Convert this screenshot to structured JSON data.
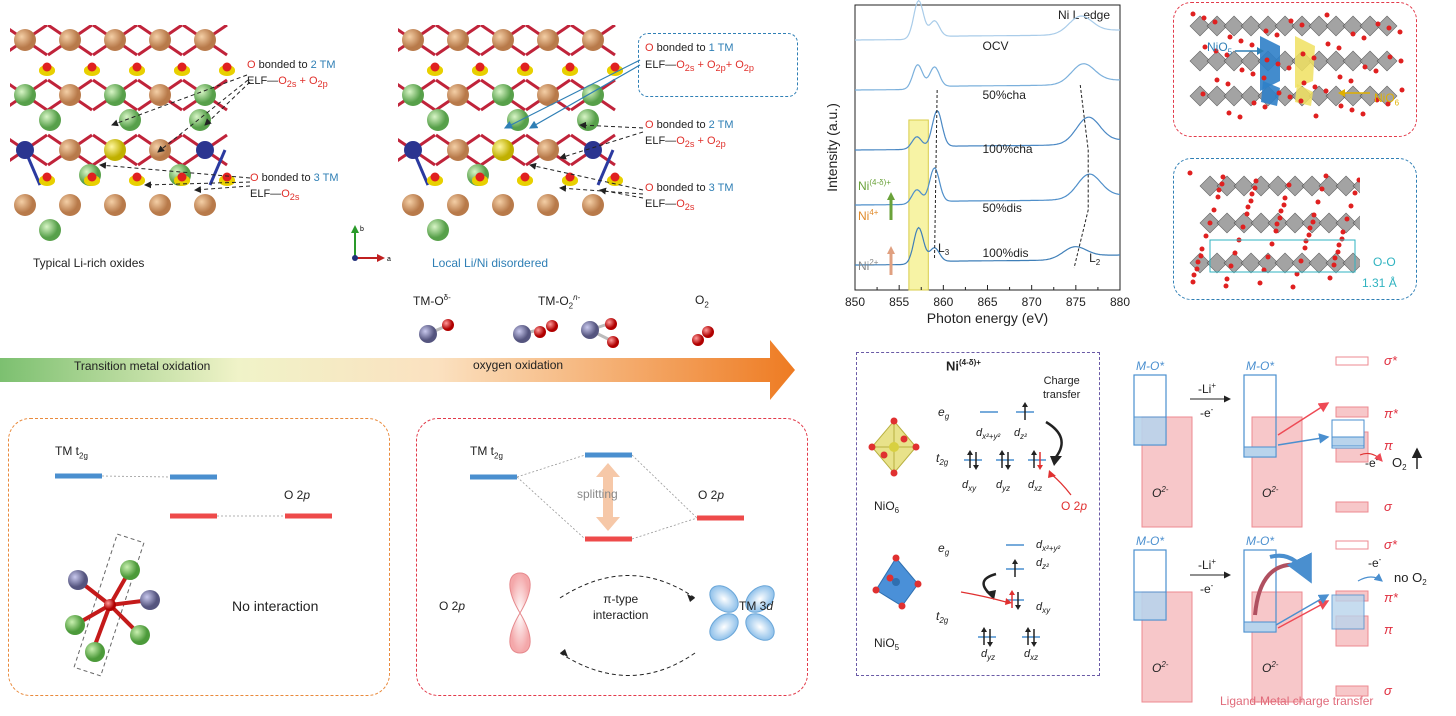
{
  "top_left": {
    "panel1_caption": "Typical Li-rich oxides",
    "panel2_caption": "Local Li/Ni disordered",
    "axis_b": "b",
    "axis_a": "a",
    "o": "O",
    "bonded_to": "bonded to",
    "tm1": "1 TM",
    "tm2": "2 TM",
    "tm3": "3 TM",
    "elf": "ELF—",
    "o2s": "O",
    "o2s_sub": "2s",
    "o2p_sub": "2p",
    "plus": " + "
  },
  "arrow_bar": {
    "left_label": "Transition metal oxidation",
    "mid_label": "oxygen oxidation",
    "species1": "TM-O",
    "species1_sup": "δ-",
    "species2": "TM-O",
    "species2_sub": "2",
    "species2_sup": "n-",
    "species3": "O",
    "species3_sub": "2"
  },
  "bottom_left_box": {
    "tm_label": "TM t",
    "tm_sub": "2g",
    "o_label": "O 2",
    "o_italic": "p",
    "no_interaction": "No interaction"
  },
  "bottom_mid_box": {
    "tm_label": "TM t",
    "tm_sub": "2g",
    "o_label": "O 2",
    "o_italic": "p",
    "splitting": "splitting",
    "o2p_left": "O 2",
    "o2p_left_italic": "p",
    "pi_line1": "π-type",
    "pi_line2": "interaction",
    "tm3d": "TM 3",
    "tm3d_italic": "d"
  },
  "chart": {
    "title": "Ni L-edge",
    "ylabel": "Intensity (a.u.)",
    "xlabel": "Photon energy (eV)",
    "xticks": [
      "850",
      "855",
      "860",
      "865",
      "870",
      "875",
      "880"
    ],
    "labels": [
      "100%dis",
      "50%dis",
      "100%cha",
      "50%cha",
      "OCV"
    ],
    "l3": "L",
    "l3_sub": "3",
    "l2": "L",
    "l2_sub": "2",
    "ni_hi": "Ni",
    "ni_hi_sup": "(4-δ)+",
    "ni4": "Ni",
    "ni4_sup": "4+",
    "ni2": "Ni",
    "ni2_sup": "2+"
  },
  "chart_data": {
    "type": "line",
    "title": "Ni L-edge",
    "xlabel": "Photon energy (eV)",
    "ylabel": "Intensity (a.u.)",
    "xlim": [
      850,
      880
    ],
    "series": [
      {
        "name": "OCV",
        "peaks": [
          {
            "x": 857.2,
            "h": 0.9
          },
          {
            "x": 859.0,
            "h": 0.35
          },
          {
            "x": 874.8,
            "h": 0.28
          }
        ]
      },
      {
        "name": "50%cha",
        "peaks": [
          {
            "x": 857.0,
            "h": 0.35
          },
          {
            "x": 859.0,
            "h": 0.85
          },
          {
            "x": 876.5,
            "h": 0.55
          }
        ]
      },
      {
        "name": "100%cha",
        "peaks": [
          {
            "x": 857.0,
            "h": 0.3
          },
          {
            "x": 859.3,
            "h": 0.9
          },
          {
            "x": 876.4,
            "h": 0.6
          }
        ]
      },
      {
        "name": "50%dis",
        "peaks": [
          {
            "x": 857.1,
            "h": 0.6
          },
          {
            "x": 859.0,
            "h": 0.5
          },
          {
            "x": 875.8,
            "h": 0.45
          }
        ]
      },
      {
        "name": "100%dis",
        "peaks": [
          {
            "x": 857.2,
            "h": 0.95
          },
          {
            "x": 859.0,
            "h": 0.4
          },
          {
            "x": 875.5,
            "h": 0.4
          }
        ]
      }
    ]
  },
  "right_structs": {
    "nio5": "NiO",
    "nio5_sub": "5",
    "nio6": "NiO",
    "nio6_sub": "6",
    "oo": "O-O",
    "oo_dist": "1.31 Å"
  },
  "orbital_box": {
    "title": "Ni",
    "title_sup": "(4-δ)+",
    "charge1": "Charge",
    "charge2": "transfer",
    "eg": "e",
    "eg_sub": "g",
    "t2g": "t",
    "t2g_sub": "2g",
    "nio6": "NiO",
    "nio6_sub": "6",
    "nio5": "NiO",
    "nio5_sub": "5",
    "o2p": "O 2",
    "o2p_italic": "p",
    "dx2y2": "x²+y²",
    "dz2": "z²",
    "dxy": "xy",
    "dyz": "yz",
    "dxz": "xz",
    "d": "d"
  },
  "band_diagram": {
    "mo": "M-O*",
    "o2m": "O",
    "o2m_sup": "2-",
    "li": "-Li",
    "li_sup": "+",
    "e": "-e",
    "e_sup": "-",
    "sigma_star": "σ*",
    "pi_star": "π*",
    "pi": "π",
    "sigma": "σ",
    "o2_release": "O",
    "o2_release_sub": "2",
    "no_o2": "no O",
    "no_o2_sub": "2",
    "caption": "Ligand-Metal charge transfer"
  },
  "colors": {
    "red": "#e0302b",
    "blue": "#2f7fb5",
    "orange": "#e07a2a",
    "pink_fill": "#f7c7c9",
    "blue_fill": "#b9d4ec"
  }
}
